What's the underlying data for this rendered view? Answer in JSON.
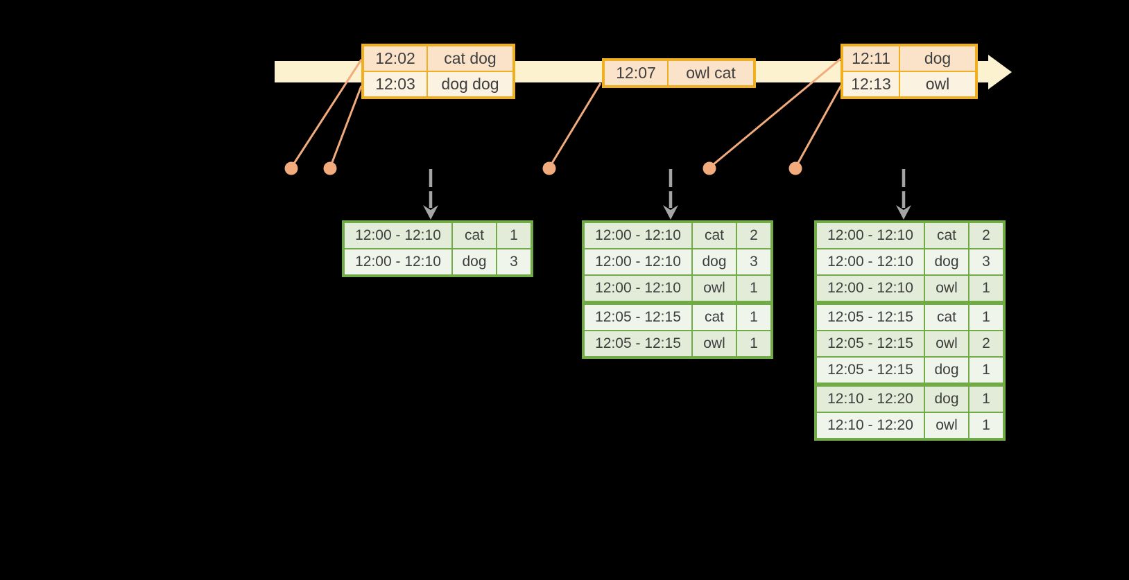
{
  "colors": {
    "background": "#000000",
    "gold_border": "#EFAF20",
    "peach_fill": "#FAE3C9",
    "cream_fill": "#FCF2E2",
    "timeline_band": "#FCF2CF",
    "salmon_connector": "#F1AB7D",
    "green_border": "#70AB48",
    "green_row_dark": "#E3ECD9",
    "green_row_light": "#F0F5EB",
    "arrow_gray": "#A5A5A5",
    "text": "#3E3E3E"
  },
  "event_tables": [
    {
      "rows": [
        {
          "time": "12:02",
          "words": "cat dog"
        },
        {
          "time": "12:03",
          "words": "dog dog"
        }
      ]
    },
    {
      "rows": [
        {
          "time": "12:07",
          "words": "owl cat"
        }
      ]
    },
    {
      "rows": [
        {
          "time": "12:11",
          "words": "dog"
        },
        {
          "time": "12:13",
          "words": "owl"
        }
      ]
    }
  ],
  "result_tables": [
    {
      "rows": [
        {
          "window": "12:00 - 12:10",
          "word": "cat",
          "count": "1"
        },
        {
          "window": "12:00 - 12:10",
          "word": "dog",
          "count": "3"
        }
      ]
    },
    {
      "rows": [
        {
          "window": "12:00 - 12:10",
          "word": "cat",
          "count": "2"
        },
        {
          "window": "12:00 - 12:10",
          "word": "dog",
          "count": "3"
        },
        {
          "window": "12:00 - 12:10",
          "word": "owl",
          "count": "1"
        },
        {
          "window": "12:05 - 12:15",
          "word": "cat",
          "count": "1"
        },
        {
          "window": "12:05 - 12:15",
          "word": "owl",
          "count": "1"
        }
      ]
    },
    {
      "rows": [
        {
          "window": "12:00 - 12:10",
          "word": "cat",
          "count": "2"
        },
        {
          "window": "12:00 - 12:10",
          "word": "dog",
          "count": "3"
        },
        {
          "window": "12:00 - 12:10",
          "word": "owl",
          "count": "1"
        },
        {
          "window": "12:05 - 12:15",
          "word": "cat",
          "count": "1"
        },
        {
          "window": "12:05 - 12:15",
          "word": "owl",
          "count": "2"
        },
        {
          "window": "12:05 - 12:15",
          "word": "dog",
          "count": "1"
        },
        {
          "window": "12:10 - 12:20",
          "word": "dog",
          "count": "1"
        },
        {
          "window": "12:10 - 12:20",
          "word": "owl",
          "count": "1"
        }
      ]
    }
  ]
}
